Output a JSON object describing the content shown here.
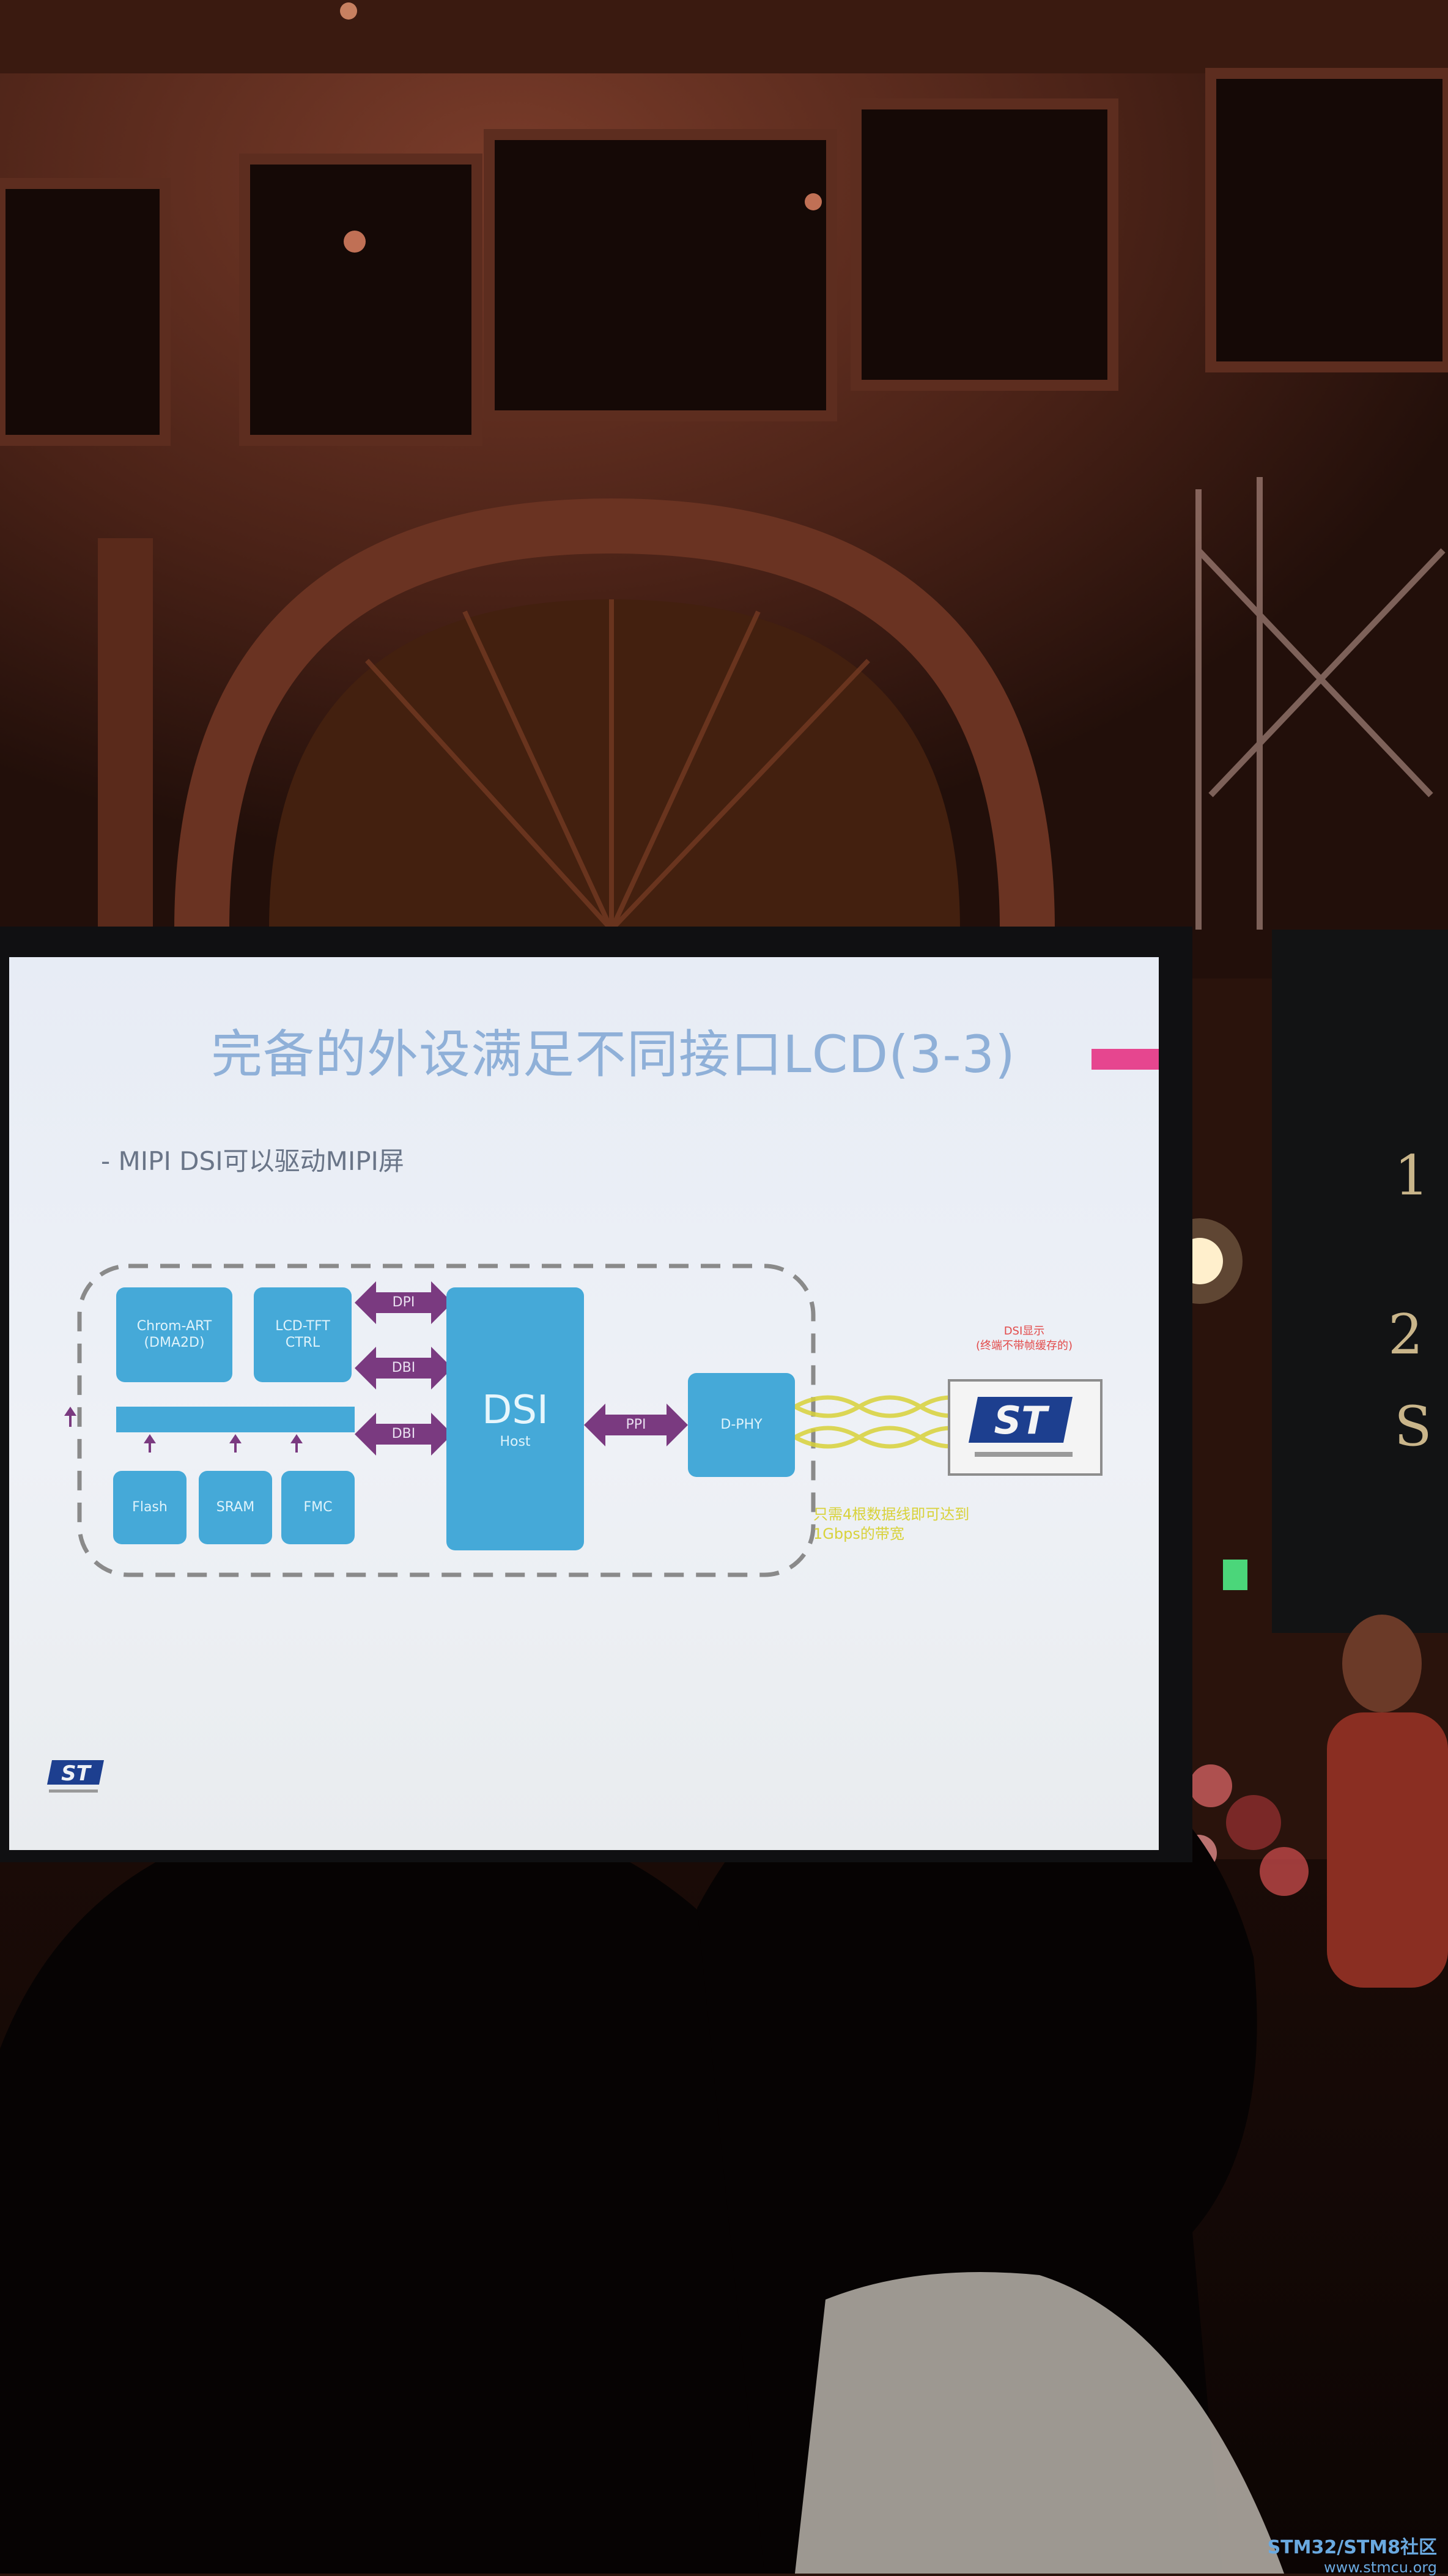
{
  "slide": {
    "title": "完备的外设满足不同接口LCD(3-3)",
    "bullet": "- MIPI DSI可以驱动MIPI屏",
    "blocks": {
      "chrom_art": "Chrom-ART\n(DMA2D)",
      "lcd_tft": "LCD-TFT\nCTRL",
      "dsi_host_main": "DSI",
      "dsi_host_sub": "Host",
      "dphy": "D-PHY",
      "flash": "Flash",
      "sram": "SRAM",
      "fmc": "FMC"
    },
    "arrows": {
      "dpi": "DPI",
      "dbi_top": "DBI",
      "dbi_bottom": "DBI",
      "ppi": "PPI"
    },
    "red_note": "DSI显示\n(终端不带帧缓存的)",
    "yellow_note": "只需4根数据线即可达到\n1Gbps的带宽"
  },
  "colors": {
    "slide_bg": "#e9edf4",
    "block_blue": "#45a9d8",
    "arrow_purple": "#7a3a80",
    "title_blue": "#8fb0d8",
    "accent_pink": "#e6468f",
    "yellow": "#d8d23a"
  },
  "side_screen": {
    "line1": "1",
    "line2": "2",
    "line3": "S"
  },
  "watermark": {
    "line1": "STM32/STM8社区",
    "line2": "www.stmcu.org"
  }
}
